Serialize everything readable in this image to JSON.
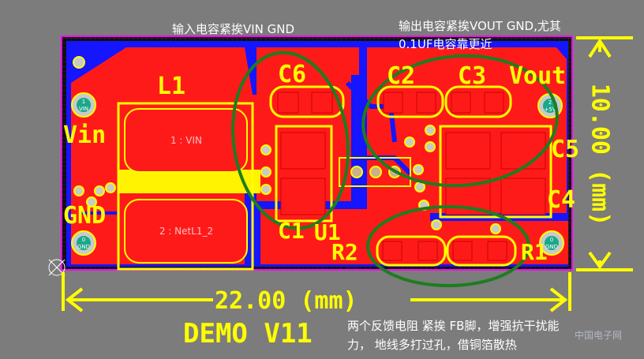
{
  "notes": {
    "top_left": "输入电容紧挨VIN GND",
    "top_right_line1": "输出电容紧挨VOUT GND,尤其",
    "top_right_line2": "0.1UF电容靠更近",
    "bottom_line1": "两个反馈电阻 紧挨 FB脚，增强抗干扰能",
    "bottom_line2": "力， 地线多打过孔，借铜箔散热"
  },
  "silkscreen": {
    "L1": "L1",
    "C6": "C6",
    "C2": "C2",
    "C3": "C3",
    "Vout": "Vout",
    "Vin": "Vin",
    "GND": "GND",
    "C5": "C5",
    "C4": "C4",
    "C1": "C1",
    "U1": "U1",
    "R2": "R2",
    "R1": "R1",
    "width_dim": "22.00 (mm)",
    "height_dim": "10.00 (mm)",
    "board_name": "DEMO V11"
  },
  "pads": {
    "L1_pin1": "1 : VIN",
    "L1_pin2": "2 : NetL1_2",
    "vin_terminal_num": "1",
    "vin_terminal_net": "VIN",
    "gnd_terminal_num": "0",
    "gnd_terminal_net": "GND",
    "vout_terminal_num": "2",
    "vout_terminal_net": "+5V",
    "gnd2_terminal_num": "0",
    "gnd2_terminal_net": "GND",
    "gnd_pad": "GND",
    "vin_pad": "VIN",
    "vdd_pad": "+5V"
  },
  "watermark": "中国电子网",
  "colors": {
    "background": "#7c7c7c",
    "copper": "#ff1a1a",
    "ground_fill": "#1515ff",
    "silkscreen": "#ffff00",
    "outline": "#ff00ff",
    "highlight": "#1e7d1e",
    "note_text": "#ffffff"
  }
}
